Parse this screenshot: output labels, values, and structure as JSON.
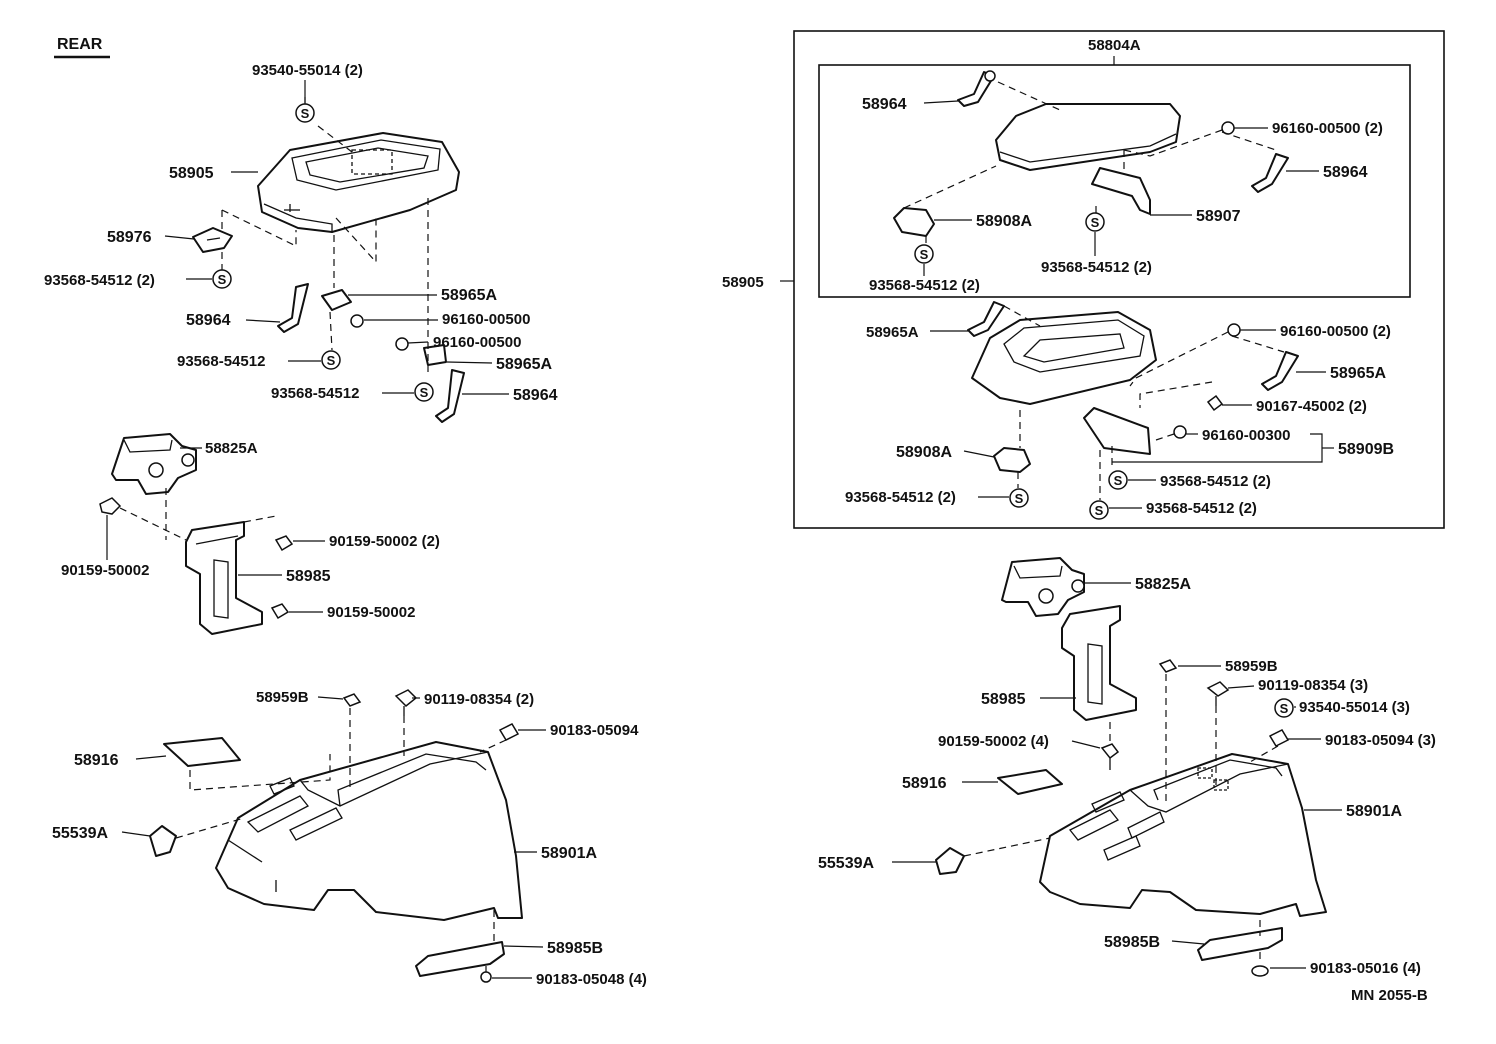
{
  "header": {
    "rear_label": "REAR"
  },
  "footer": {
    "code": "MN  2055-B"
  },
  "symbol": "S",
  "labels": {
    "l_93540_55014_2": "93540-55014 (2)",
    "l_58905": "58905",
    "l_58976": "58976",
    "l_93568_54512_2": "93568-54512 (2)",
    "l_58965A_a": "58965A",
    "l_58964_a": "58964",
    "l_96160_00500_a": "96160-00500",
    "l_93568_54512_a": "93568-54512",
    "l_96160_00500_b": "96160-00500",
    "l_58965A_b": "58965A",
    "l_93568_54512_b": "93568-54512",
    "l_58964_b": "58964",
    "l_58825A": "58825A",
    "l_90159_50002": "90159-50002",
    "l_90159_50002_2": "90159-50002 (2)",
    "l_58985": "58985",
    "l_90159_50002_b": "90159-50002",
    "l_58959B": "58959B",
    "l_90119_08354_2": "90119-08354 (2)",
    "l_90183_05094": "90183-05094",
    "l_58916": "58916",
    "l_55539A": "55539A",
    "l_58901A": "58901A",
    "l_58985B": "58985B",
    "l_90183_05048_4": "90183-05048 (4)",
    "r_58804A": "58804A",
    "r_58964_a": "58964",
    "r_96160_00500_2_a": "96160-00500 (2)",
    "r_58964_b": "58964",
    "r_58908A_a": "58908A",
    "r_58907": "58907",
    "r_93568_54512_2_a": "93568-54512 (2)",
    "r_93568_54512_2_b": "93568-54512 (2)",
    "r_58905": "58905",
    "r_58965A_a": "58965A",
    "r_96160_00500_2_b": "96160-00500 (2)",
    "r_58965A_b": "58965A",
    "r_90167_45002_2": "90167-45002 (2)",
    "r_96160_00300": "96160-00300",
    "r_58909B": "58909B",
    "r_58908A_b": "58908A",
    "r_93568_54512_2_c": "93568-54512 (2)",
    "r_93568_54512_2_d": "93568-54512 (2)",
    "r_93568_54512_2_e": "93568-54512 (2)",
    "r_58825A": "58825A",
    "r_58959B": "58959B",
    "r_90119_08354_3": "90119-08354 (3)",
    "r_58985": "58985",
    "r_93540_55014_3": "93540-55014 (3)",
    "r_90183_05094_3": "90183-05094 (3)",
    "r_90159_50002_4": "90159-50002 (4)",
    "r_58916": "58916",
    "r_58901A": "58901A",
    "r_55539A": "55539A",
    "r_58985B": "58985B",
    "r_90183_05016_4": "90183-05016 (4)"
  }
}
